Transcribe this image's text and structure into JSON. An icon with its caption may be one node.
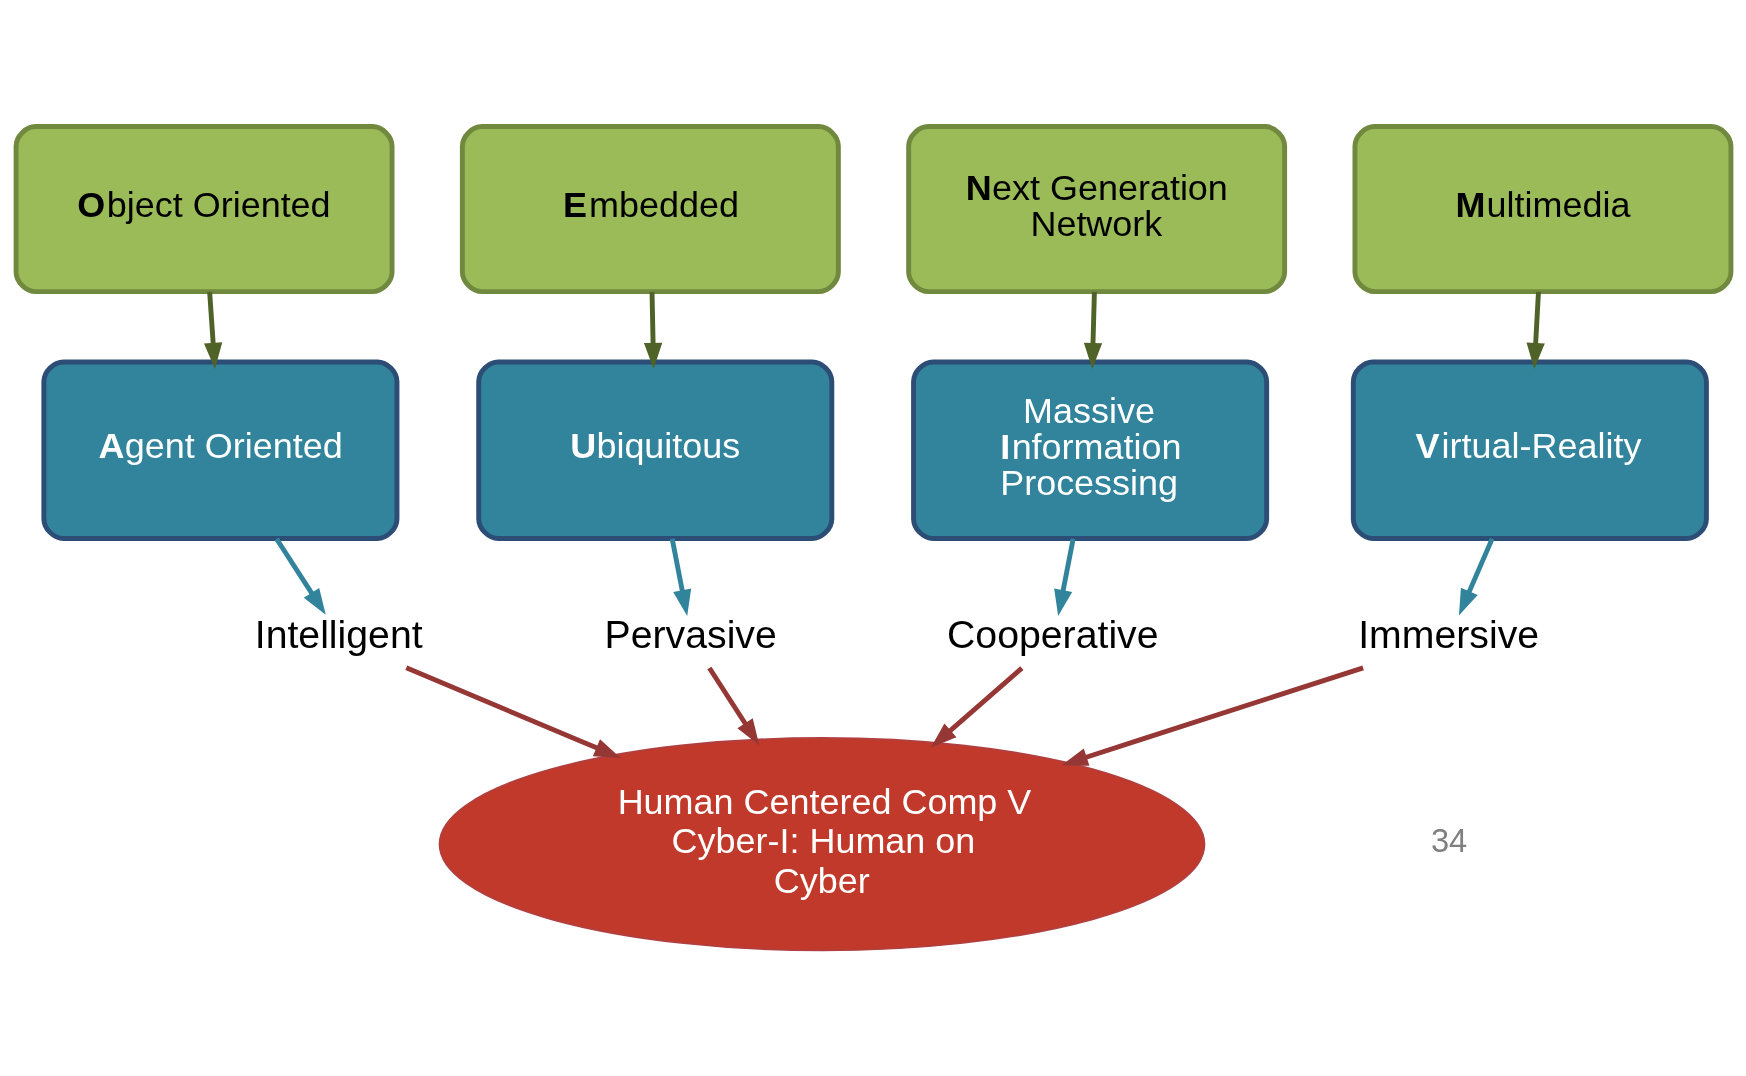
{
  "diagram": {
    "nodes": [
      {
        "text": [
          "**O**bject Oriented"
        ]
      },
      {
        "text": [
          "**E**mbedded"
        ]
      },
      {
        "text": [
          "**N**ext Generation Network"
        ]
      },
      {
        "text": [
          "**M**ultimedia"
        ]
      },
      {
        "text": [
          "**A**gent Oriented"
        ]
      },
      {
        "text": [
          "**U**biquitous"
        ]
      },
      {
        "text": [
          "Massive **I**nformation Processing"
        ]
      },
      {
        "text": [
          "**V**irtual-Reality"
        ]
      },
      {
        "text": [
          "Intelligent"
        ]
      },
      {
        "text": [
          "Pervasive"
        ]
      },
      {
        "text": [
          "Cooperative"
        ]
      },
      {
        "text": [
          "Immersive"
        ]
      },
      {
        "text": [
          "Human Centered Comp V Cyber-I: Human on Cyber"
        ]
      }
    ],
    "edges": [
      {
        "from": 0,
        "to": 4,
        "arrow": "to",
        "color": "#4f6228"
      },
      {
        "from": 1,
        "to": 5,
        "arrow": "to",
        "color": "#4f6228"
      },
      {
        "from": 2,
        "to": 6,
        "arrow": "to",
        "color": "#4f6228"
      },
      {
        "from": 3,
        "to": 7,
        "arrow": "to",
        "color": "#4f6228"
      },
      {
        "from": 4,
        "to": 8,
        "arrow": "to",
        "color": "#31849b"
      },
      {
        "from": 5,
        "to": 9,
        "arrow": "to",
        "color": "#31849b"
      },
      {
        "from": 6,
        "to": 10,
        "arrow": "to",
        "color": "#31849b"
      },
      {
        "from": 7,
        "to": 11,
        "arrow": "to",
        "color": "#31849b"
      },
      {
        "from": 8,
        "to": 12,
        "arrow": "to",
        "color": "#953735"
      },
      {
        "from": 9,
        "to": 12,
        "arrow": "to",
        "color": "#953735"
      },
      {
        "from": 10,
        "to": 12,
        "arrow": "to",
        "color": "#953735"
      },
      {
        "from": 11,
        "to": 12,
        "arrow": "to",
        "color": "#953735"
      }
    ],
    "labels": [
      "34"
    ]
  }
}
